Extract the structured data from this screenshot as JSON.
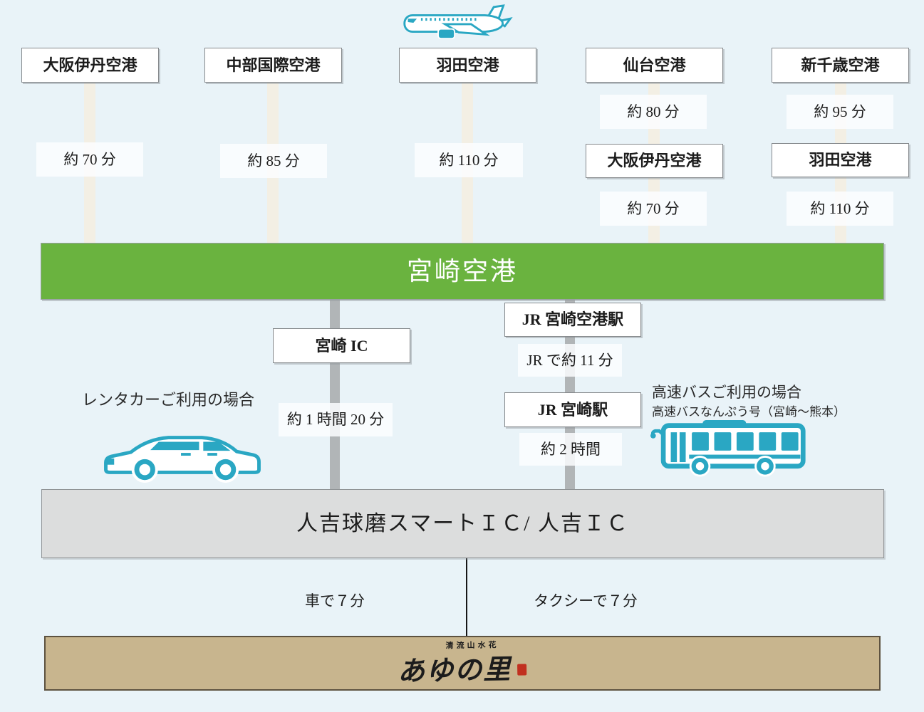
{
  "airports": {
    "col1": {
      "name": "大阪伊丹空港",
      "time": "約 70 分"
    },
    "col2": {
      "name": "中部国際空港",
      "time": "約 85 分"
    },
    "col3": {
      "name": "羽田空港",
      "time": "約 110 分"
    },
    "col4": {
      "name": "仙台空港",
      "time1": "約 80 分",
      "via": "大阪伊丹空港",
      "time2": "約 70 分"
    },
    "col5": {
      "name": "新千歳空港",
      "time1": "約 95 分",
      "via": "羽田空港",
      "time2": "約 110 分"
    }
  },
  "hub": {
    "label": "宮崎空港"
  },
  "rental": {
    "heading": "レンタカーご利用の場合",
    "ic": "宮崎 IC",
    "time": "約 1 時間 20 分"
  },
  "train": {
    "station1": "JR 宮崎空港駅",
    "time1": "JR で約 11 分",
    "station2": "JR 宮崎駅",
    "time2": "約 2 時間"
  },
  "bus": {
    "heading": "高速バスご利用の場合",
    "subheading": "高速バスなんぷう号（宮崎～熊本）"
  },
  "ic_bar": {
    "label": "人吉球磨スマートＩＣ/ 人吉ＩＣ"
  },
  "final_leg": {
    "car": "車で７分",
    "taxi": "タクシーで７分"
  },
  "destination": {
    "brand_small": "清流山水花",
    "brand": "あゆの里"
  },
  "icons": {
    "plane": "airplane-icon",
    "car": "car-icon",
    "bus": "bus-icon",
    "seal": "red-seal-icon"
  },
  "colors": {
    "background": "#e9f3f8",
    "accent_teal": "#2aa7c3",
    "hub_green": "#6ab33f",
    "ic_gray": "#dcdddd",
    "destination_tan": "#c8b58e",
    "seal_red": "#c1301f"
  }
}
